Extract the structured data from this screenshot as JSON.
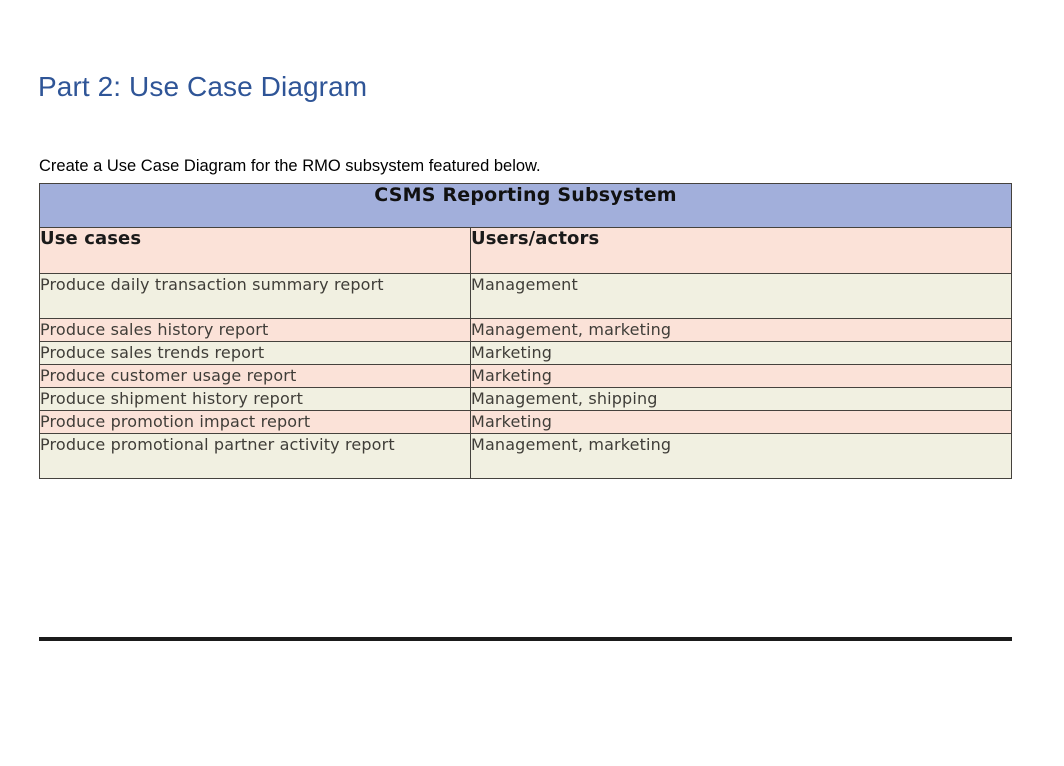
{
  "slide": {
    "title": "Part 2: Use Case Diagram",
    "subtitle": "Create a Use Case Diagram for the RMO subsystem featured below."
  },
  "colors": {
    "title_blue": "#2f5597",
    "header_blue": "#a2afdb",
    "header_pink": "#fbe2d8",
    "row_pink": "#fbe2d8",
    "row_cream": "#f1f0e1",
    "border": "#45423d",
    "bottom_rule": "#1b1b1b",
    "body_text": "#3f3d38"
  },
  "table": {
    "title": "CSMS Reporting Subsystem",
    "columns": [
      "Use cases",
      "Users/actors"
    ],
    "rows": [
      {
        "use_case": "Produce daily transaction summary report",
        "actors": "Management",
        "shade": "cream"
      },
      {
        "use_case": "Produce sales history report",
        "actors": "Management, marketing",
        "shade": "pink"
      },
      {
        "use_case": "Produce sales trends report",
        "actors": "Marketing",
        "shade": "cream"
      },
      {
        "use_case": "Produce customer usage report",
        "actors": "Marketing",
        "shade": "pink"
      },
      {
        "use_case": "Produce shipment history report",
        "actors": "Management, shipping",
        "shade": "cream"
      },
      {
        "use_case": "Produce promotion impact report",
        "actors": "Marketing",
        "shade": "pink"
      },
      {
        "use_case": "Produce promotional partner activity report",
        "actors": "Management, marketing",
        "shade": "cream"
      }
    ]
  }
}
